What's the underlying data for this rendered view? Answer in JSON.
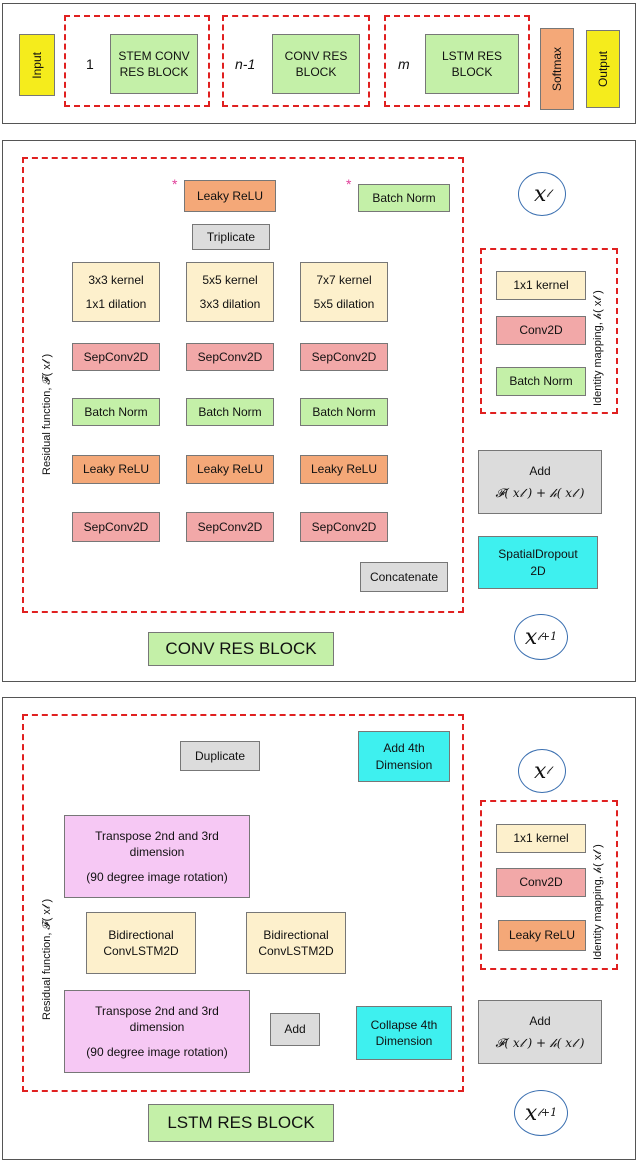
{
  "top": {
    "input": "Input",
    "output": "Output",
    "softmax": "Softmax",
    "count1": "1",
    "countn": "n-1",
    "countm": "m",
    "stem": "STEM CONV RES BLOCK",
    "conv": "CONV RES BLOCK",
    "lstm": "LSTM RES BLOCK"
  },
  "conv": {
    "leaky_top": "Leaky ReLU",
    "batch_top": "Batch Norm",
    "triplicate": "Triplicate",
    "kernels": [
      {
        "k": "3x3 kernel",
        "d": "1x1 dilation"
      },
      {
        "k": "5x5 kernel",
        "d": "3x3 dilation"
      },
      {
        "k": "7x7 kernel",
        "d": "5x5 dilation"
      }
    ],
    "sep": "SepConv2D",
    "batch": "Batch Norm",
    "leaky": "Leaky ReLU",
    "concat": "Concatenate",
    "residual": "Residual function, 𝓕( x𝓁 )",
    "identity": "Identity mapping, 𝒽( x𝓁 )",
    "id_k": "1x1 kernel",
    "id_conv": "Conv2D",
    "id_bn": "Batch Norm",
    "add": "Add",
    "add_formula": "𝓕( x𝓁 ) + 𝒽( x𝓁 )",
    "dropout": "SpatialDropout 2D",
    "x_in": "x",
    "x_in_sub": "𝓁",
    "x_out": "x",
    "x_out_sub": "𝓁+1",
    "label": "CONV RES BLOCK"
  },
  "lstm": {
    "duplicate": "Duplicate",
    "add4": "Add 4th Dimension",
    "transpose": "Transpose 2nd and 3rd dimension",
    "rotation": "(90 degree image rotation)",
    "bidir": "Bidirectional ConvLSTM2D",
    "add": "Add",
    "collapse": "Collapse 4th Dimension",
    "residual": "Residual function, 𝓕( x𝓁 )",
    "identity": "Identity mapping, 𝒽( x𝓁 )",
    "id_k": "1x1 kernel",
    "id_conv": "Conv2D",
    "id_leaky": "Leaky ReLU",
    "add_out": "Add",
    "add_formula": "𝓕( x𝓁 ) + 𝒽( x𝓁 )",
    "x_in": "x",
    "x_in_sub": "𝓁",
    "x_out": "x",
    "x_out_sub": "𝓁+1",
    "label": "LSTM RES BLOCK"
  },
  "colors": {
    "arrow": "#3a6fb0",
    "dash": "#e02020"
  }
}
